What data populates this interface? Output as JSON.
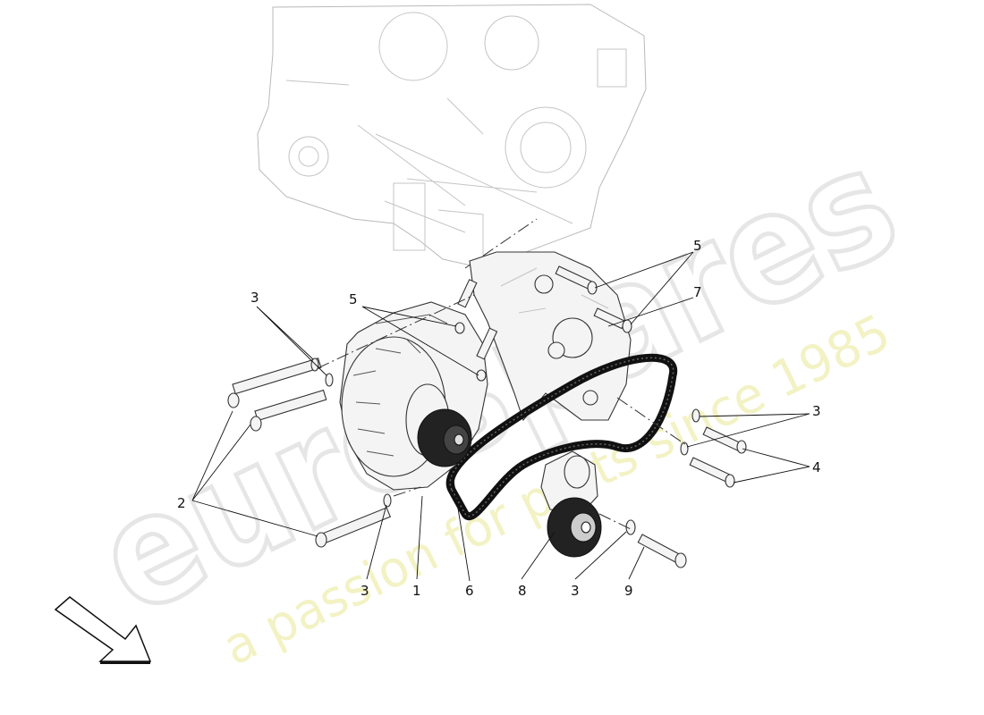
{
  "watermark": {
    "brand": "eurospares",
    "tagline": "a passion for parts since 1985"
  },
  "callouts": {
    "part1": "1",
    "part2": "2",
    "part3_upper": "3",
    "part3_right": "3",
    "part3_lower_left": "3",
    "part3_lower_right": "3",
    "part4": "4",
    "part5_left": "5",
    "part5_right": "5",
    "part6": "6",
    "part7": "7",
    "part8": "8",
    "part9": "9"
  },
  "icons": {
    "direction_arrow": "front-direction-arrow-icon"
  },
  "colors": {
    "watermark_outline": "#e6e6e6",
    "watermark_tagline": "#ececa6",
    "belt": "#111111"
  }
}
